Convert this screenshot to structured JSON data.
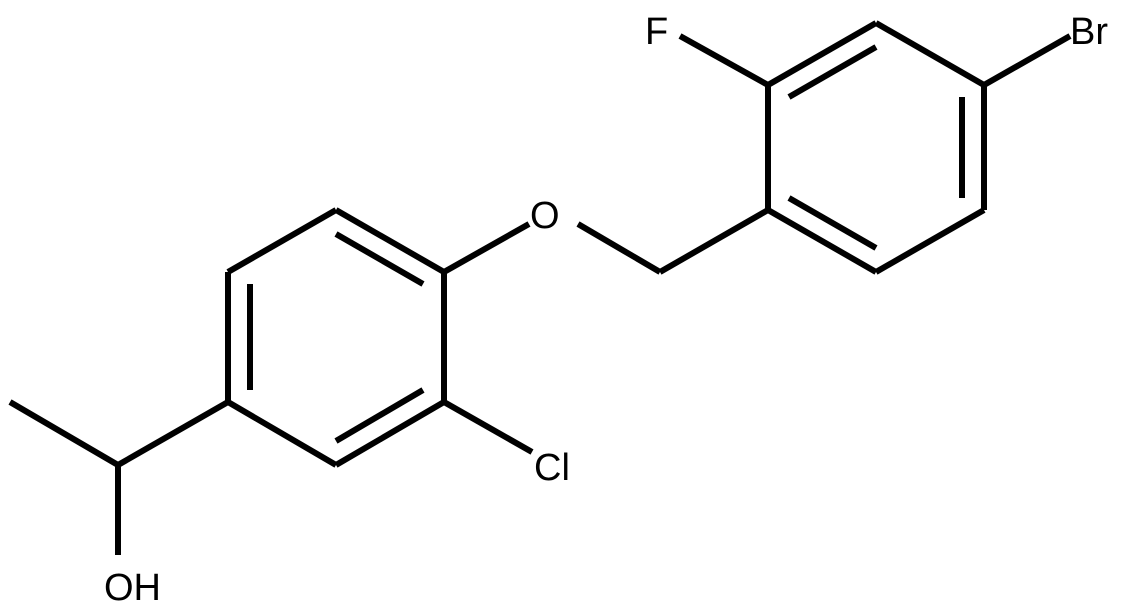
{
  "molecule": {
    "atoms": {
      "bromine": "Br",
      "fluorine": "F",
      "oxygen_ether": "O",
      "chlorine": "Cl",
      "hydroxyl": "OH"
    },
    "colors": {
      "bond": "#000000",
      "text": "#000000",
      "background": "#ffffff"
    }
  }
}
